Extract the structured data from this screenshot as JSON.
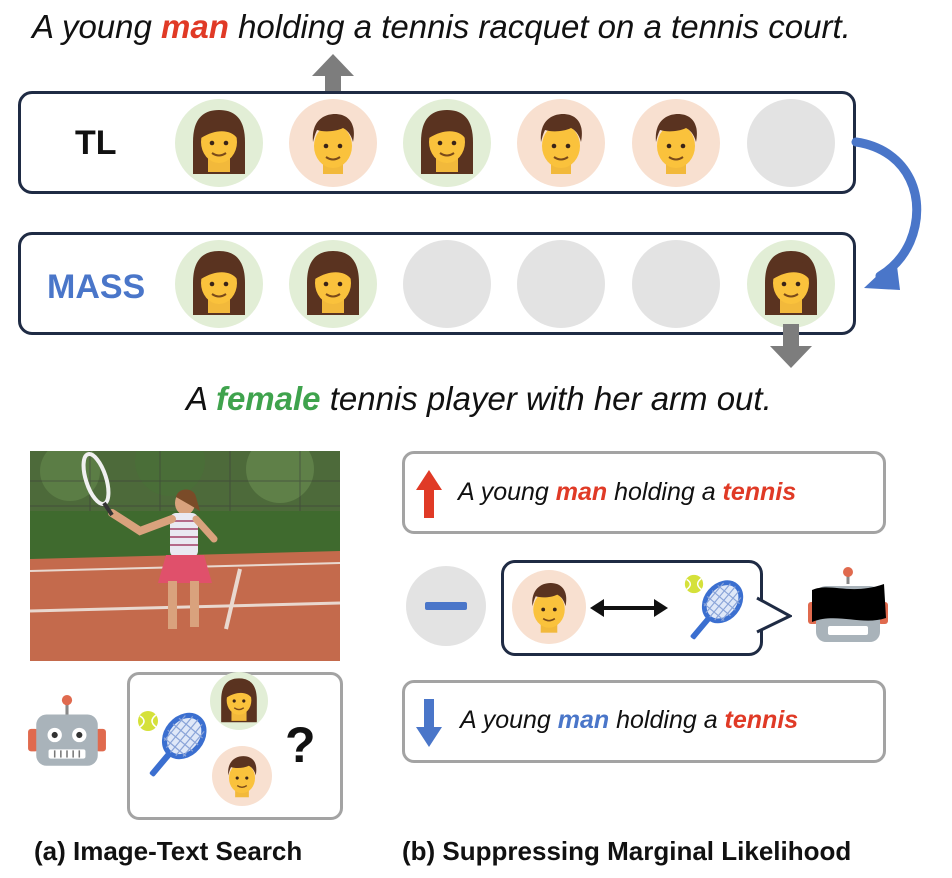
{
  "top_caption": {
    "pre": "A young ",
    "highlight": "man",
    "post": " holding a tennis racquet on a tennis court."
  },
  "mid_caption": {
    "pre": "A ",
    "highlight": "female",
    "post": " tennis player with her arm out."
  },
  "tracks": [
    {
      "label": "TL",
      "slots": [
        "female",
        "male",
        "female",
        "male",
        "male",
        "empty"
      ]
    },
    {
      "label": "MASS",
      "slots": [
        "female",
        "female",
        "empty",
        "empty",
        "empty",
        "female"
      ]
    }
  ],
  "up_box": {
    "pre": "A young ",
    "word1": "man",
    "mid": " holding a ",
    "word2": "tennis"
  },
  "down_box": {
    "pre": "A young ",
    "word1": "man",
    "mid": " holding a ",
    "word2": "tennis"
  },
  "question_mark": "?",
  "panel_a_caption": "(a) Image-Text Search",
  "panel_b_caption": "(b) Suppressing Marginal Likelihood",
  "colors": {
    "red": "#e03a26",
    "green": "#3fa34d",
    "blue": "#4a76c9",
    "gray_arrow": "#7d7d7d",
    "navy": "#1f2b44"
  },
  "icons": [
    "female-face-icon",
    "male-face-icon",
    "robot-icon",
    "tennis-racquet-icon",
    "tennis-ball-icon",
    "minus-icon",
    "double-arrow-icon",
    "censored-robot-icon"
  ]
}
